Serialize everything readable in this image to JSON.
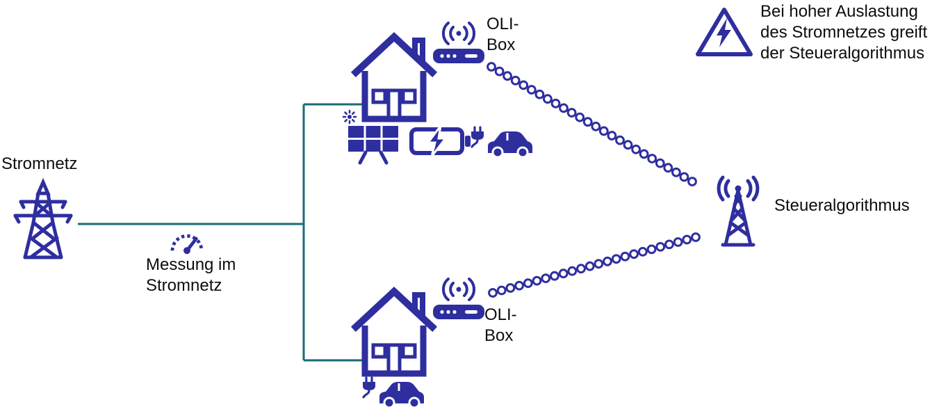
{
  "colors": {
    "navy": "#2E2E9F",
    "teal": "#186A76",
    "text": "#0d0d0d",
    "background": "#ffffff"
  },
  "nodes": {
    "grid": {
      "label": "Stromnetz",
      "icon": "transmission-tower-icon"
    },
    "measurement": {
      "label": "Messung im\nStromnetz",
      "icon": "gauge-icon"
    },
    "house_top": {
      "icon": "house-icon",
      "router_icon": "wifi-router-icon",
      "router_label": "OLI-\nBox",
      "device_icons": [
        "sun-icon",
        "solar-panel-icon",
        "battery-charging-icon",
        "plug-icon",
        "ev-car-icon"
      ]
    },
    "house_bottom": {
      "icon": "house-icon",
      "router_icon": "wifi-router-icon",
      "router_label": "OLI-\nBox",
      "device_icons": [
        "plug-icon",
        "ev-car-icon"
      ]
    },
    "controller": {
      "label": "Steueralgorithmus",
      "icon": "radio-tower-icon"
    },
    "note": {
      "text": "Bei hoher Auslastung\ndes Stromnetzes greift\nder Steueralgorithmus",
      "icon": "warning-lightning-triangle-icon"
    }
  }
}
